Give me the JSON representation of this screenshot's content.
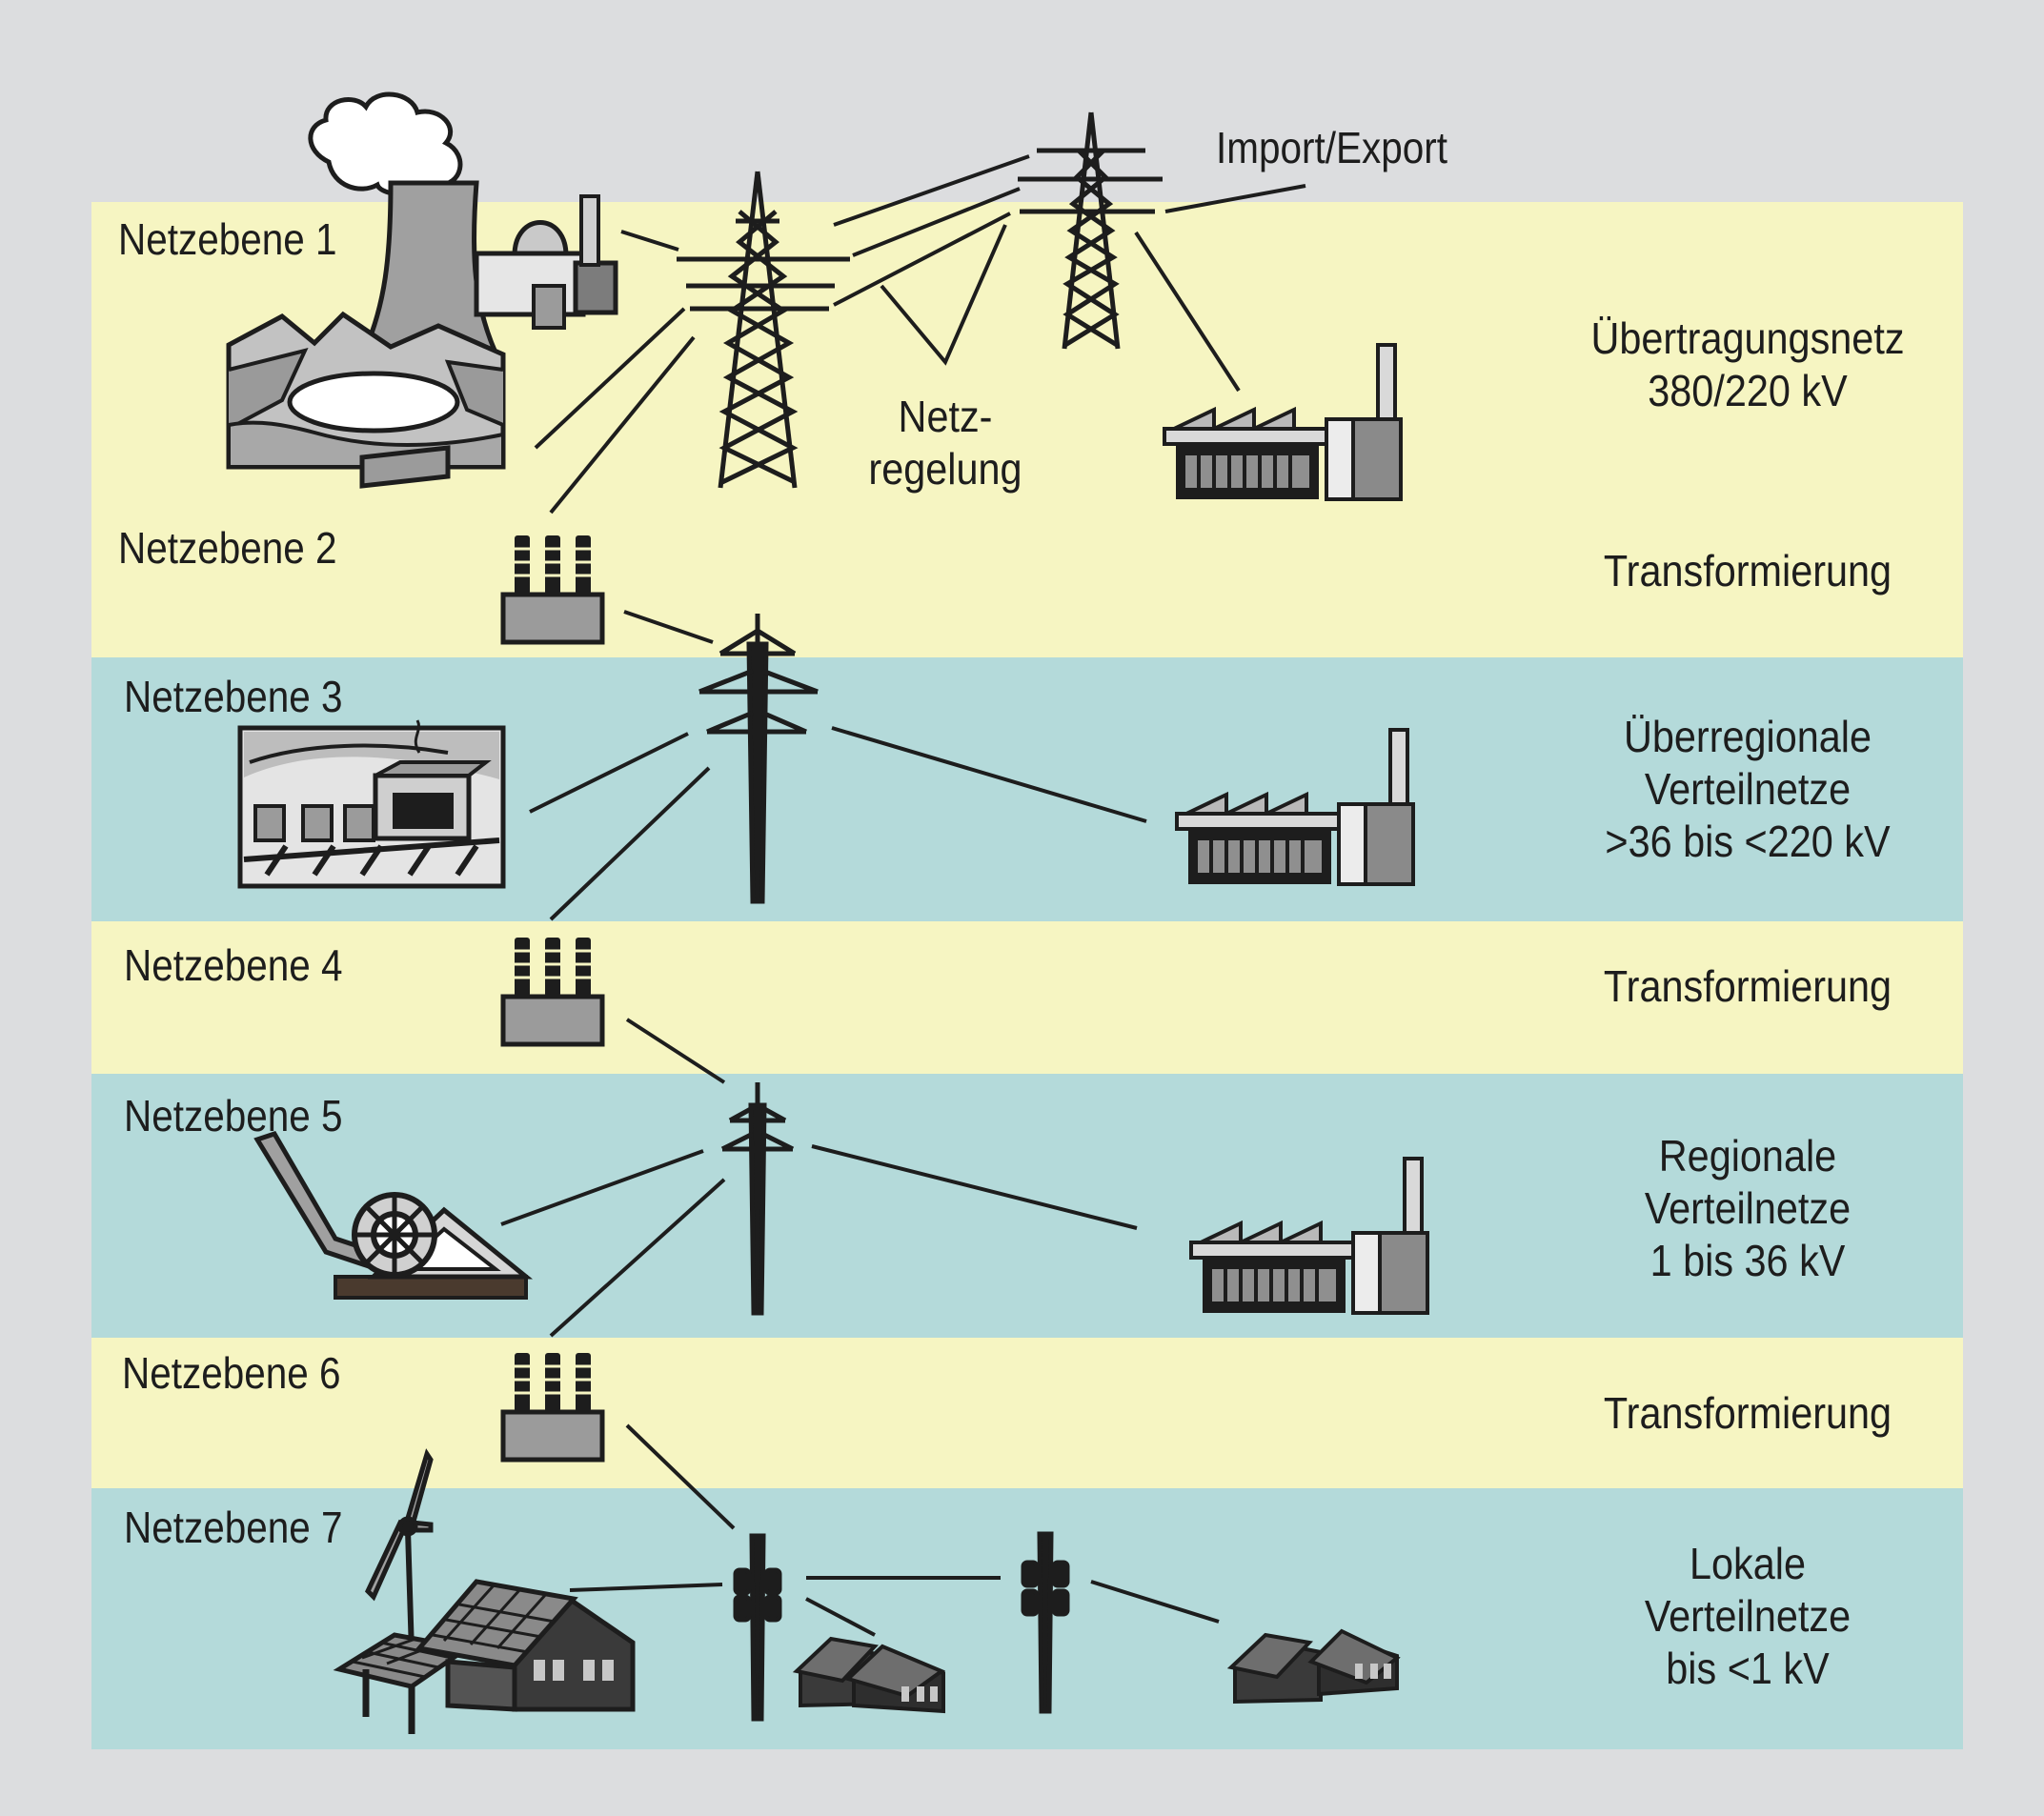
{
  "levels": [
    {
      "label": "Netzebene 1",
      "description": [
        "Übertragungsnetz",
        "380/220 kV"
      ]
    },
    {
      "label": "Netzebene 2",
      "description": [
        "Transformierung"
      ]
    },
    {
      "label": "Netzebene 3",
      "description": [
        "Überregionale",
        "Verteilnetze",
        ">36 bis <220 kV"
      ]
    },
    {
      "label": "Netzebene 4",
      "description": [
        "Transformierung"
      ]
    },
    {
      "label": "Netzebene 5",
      "description": [
        "Regionale",
        "Verteilnetze",
        "1 bis 36 kV"
      ]
    },
    {
      "label": "Netzebene 6",
      "description": [
        "Transformierung"
      ]
    },
    {
      "label": "Netzebene 7",
      "description": [
        "Lokale",
        "Verteilnetze",
        "bis <1 kV"
      ]
    }
  ],
  "annotations": {
    "import_export": "Import/Export",
    "netzregelung": [
      "Netz-",
      "regelung"
    ]
  },
  "colors": {
    "background": "#dcdddf",
    "yellow_band": "#f6f5c2",
    "teal_band": "#b4dada",
    "ink": "#1d1d1d"
  }
}
